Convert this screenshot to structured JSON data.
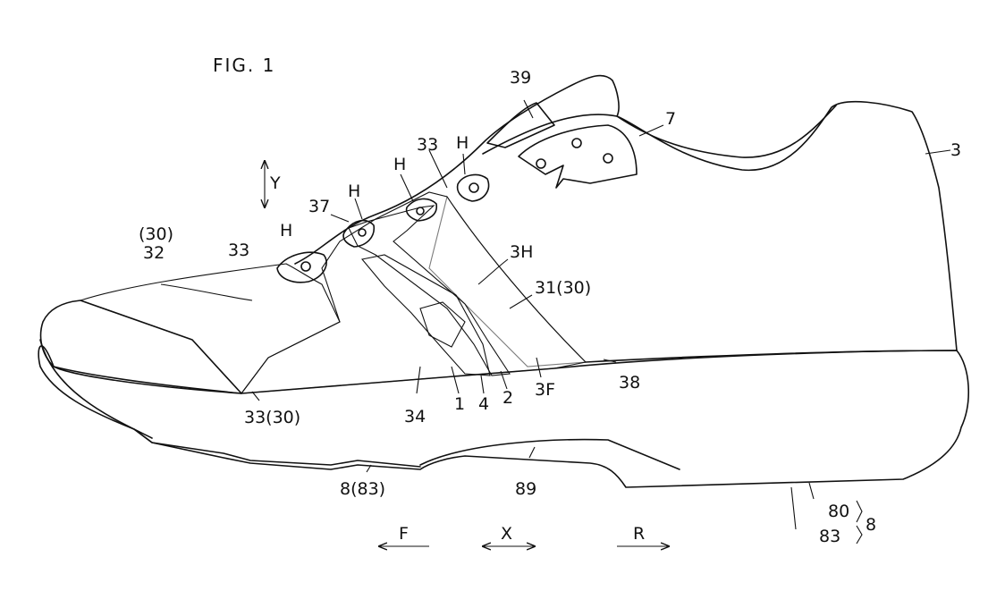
{
  "figure": {
    "title": "FIG. 1",
    "labels": {
      "l39": "39",
      "l7": "7",
      "l3": "3",
      "lH_top": "H",
      "l33_top": "33",
      "lH_a": "H",
      "lH_b": "H",
      "lH_c": "H",
      "l37": "37",
      "l30p": "(30)",
      "l32": "32",
      "l33_left": "33",
      "l3H": "3H",
      "l31_30": "31(30)",
      "l38": "38",
      "l3F": "3F",
      "l2": "2",
      "l4": "4",
      "l1": "1",
      "l34": "34",
      "l33_30": "33(30)",
      "l89": "89",
      "l8_83": "8(83)",
      "l80": "80",
      "l83": "83",
      "l8": "8",
      "lY": "Y"
    },
    "directions": {
      "front": "F",
      "axis": "X",
      "rear": "R"
    }
  }
}
